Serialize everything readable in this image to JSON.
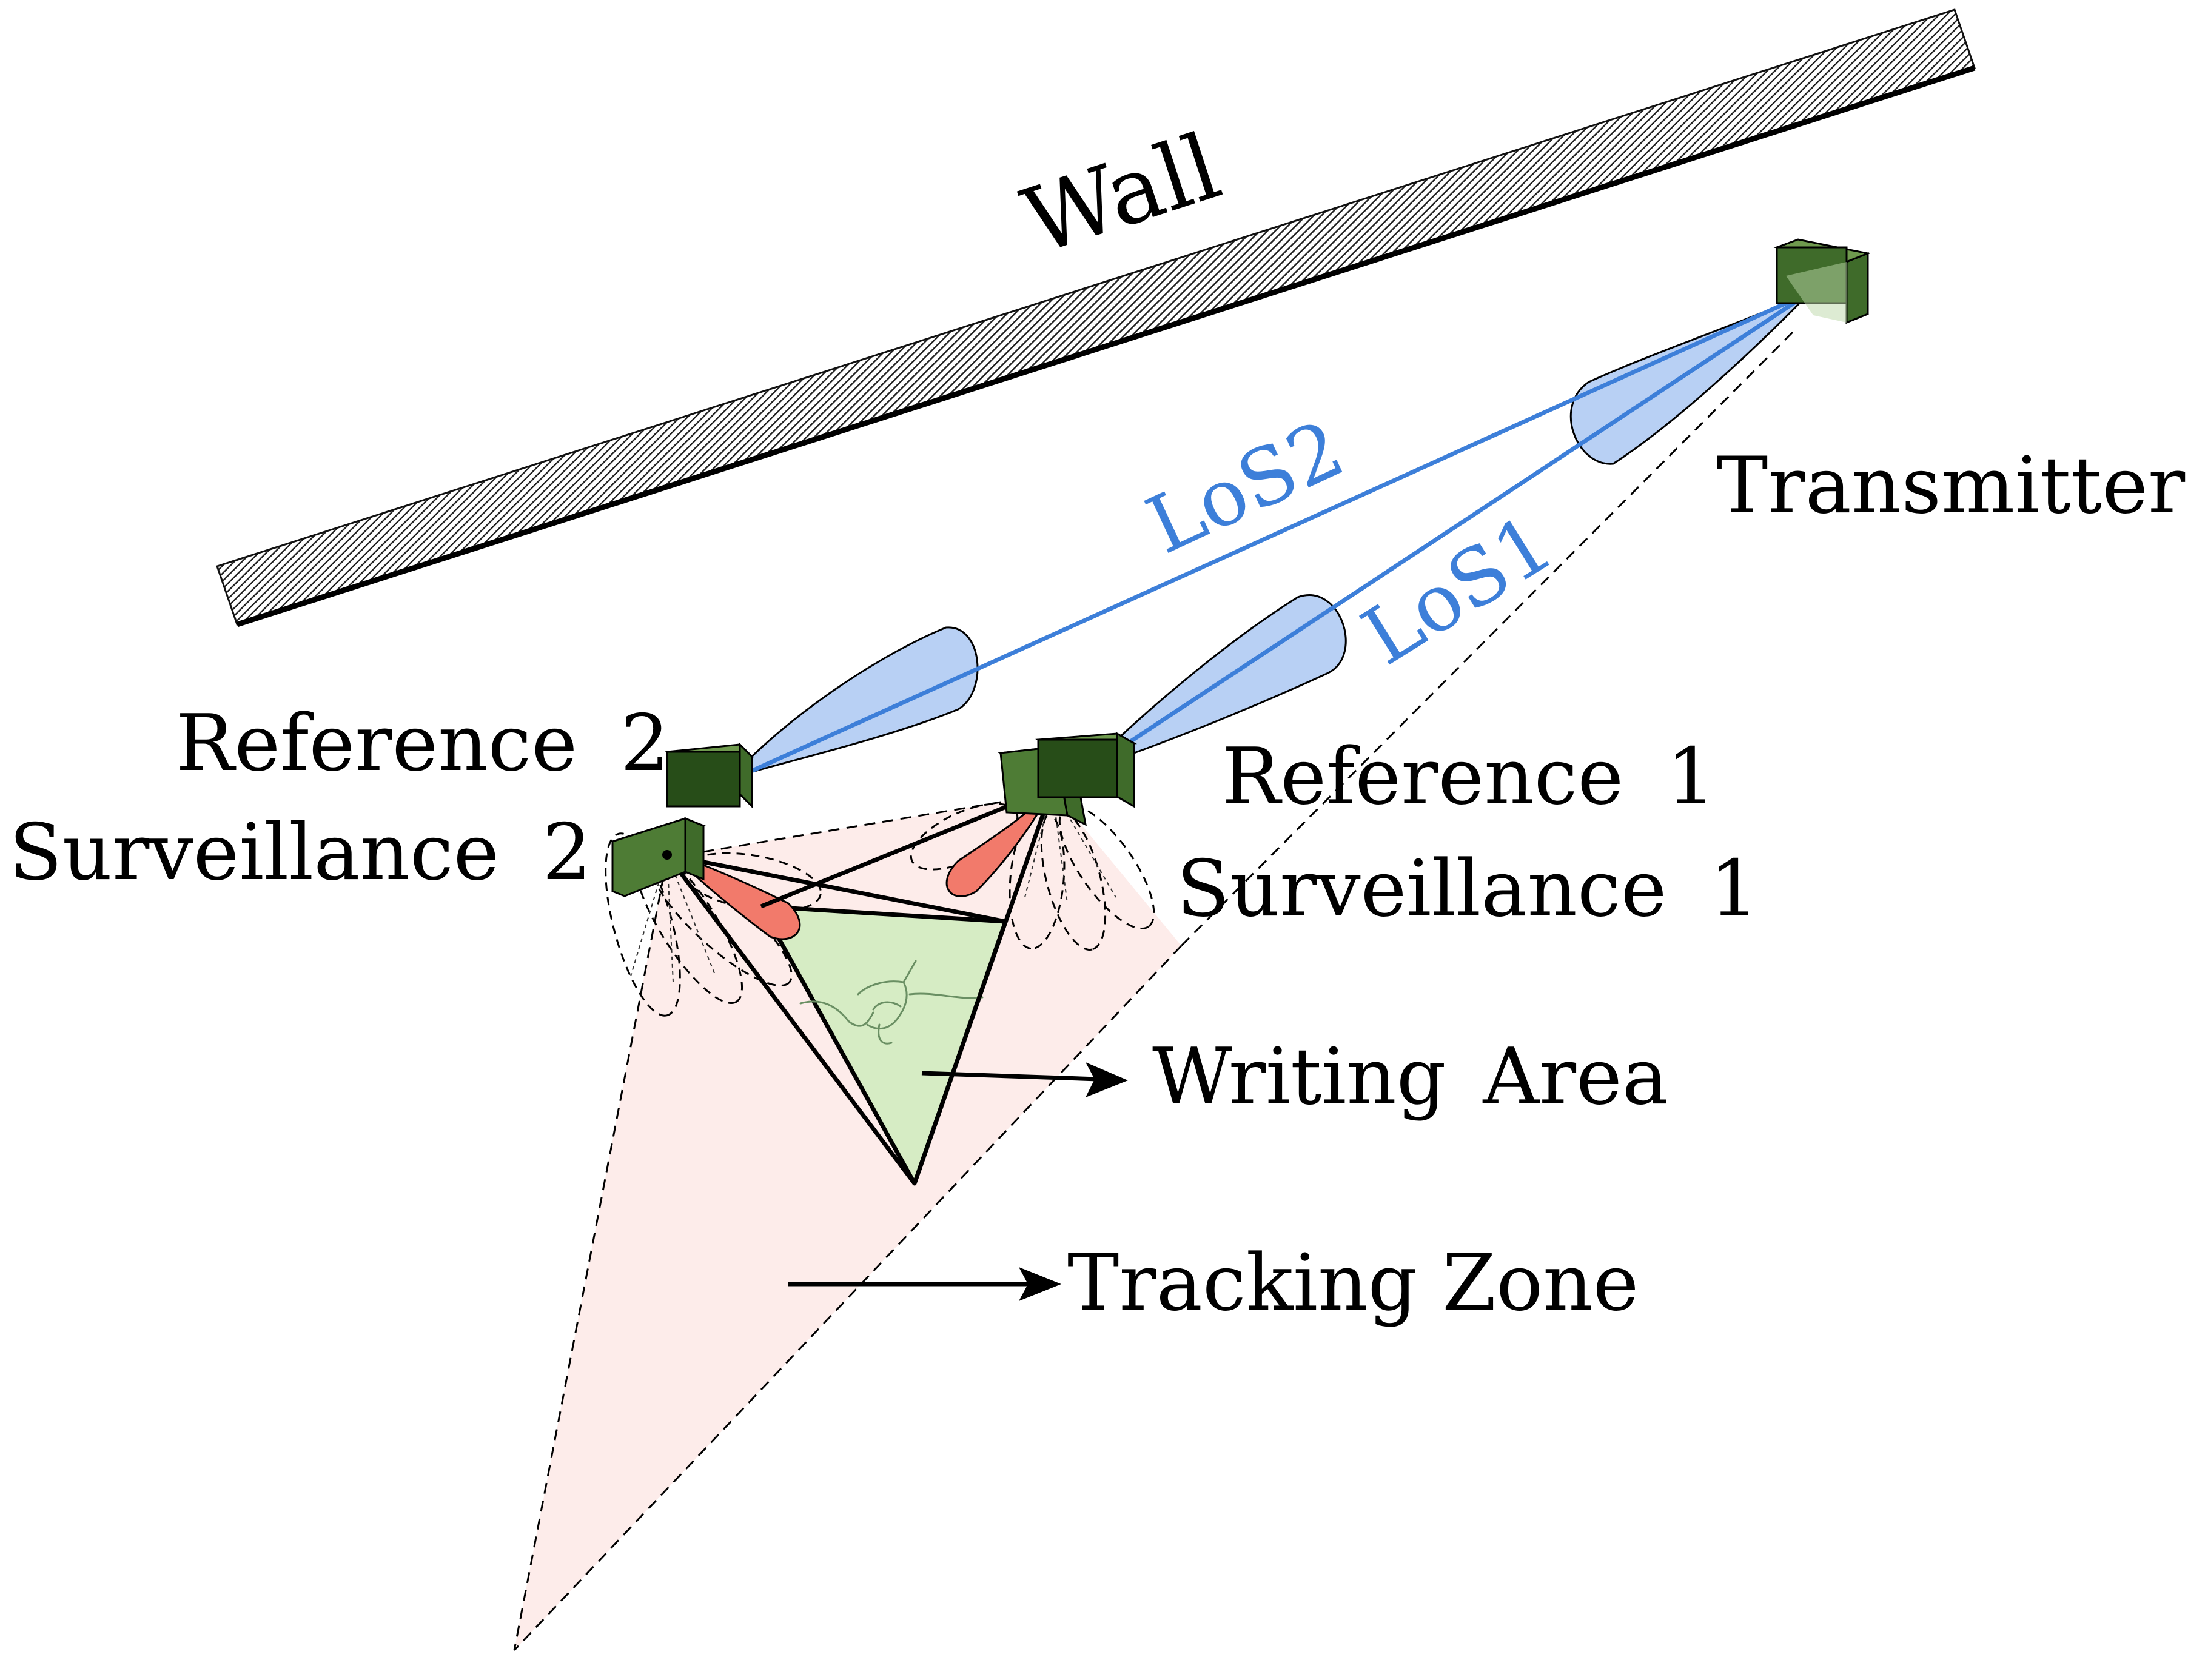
{
  "labels": {
    "wall": "Wall",
    "transmitter": "Transmitter",
    "reference_2": "Reference 2",
    "surveillance_2": "Surveillance 2",
    "reference_1": "Reference 1",
    "surveillance_1": "Surveillance 1",
    "los_1": "LoS1",
    "los_2": "LoS2",
    "writing_area": "Writing Area",
    "tracking_zone": "Tracking Zone"
  },
  "icons": {
    "writing_hand": "hand-with-pen-icon"
  },
  "colors": {
    "los_blue": "#3d7fd9",
    "beam_blue_fill": "#b8d0f4",
    "beam_red_fill": "#f27a6b",
    "tracking_zone_fill": "#fdecea",
    "writing_area_fill": "#d6ecc4",
    "antenna_green": "#3f6b2a",
    "antenna_dark_green": "#274d18",
    "wall_hatch": "#222222"
  }
}
